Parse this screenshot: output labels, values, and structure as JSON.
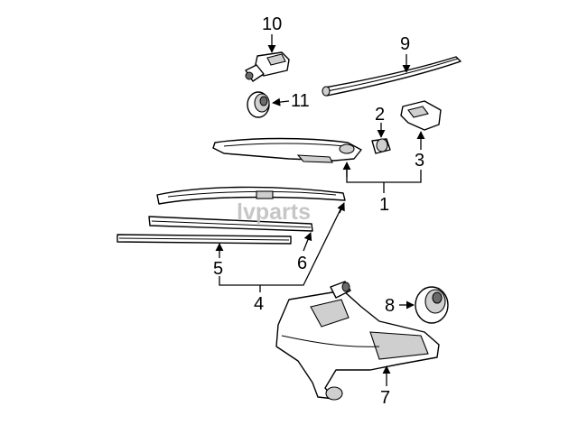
{
  "watermark": "lvparts",
  "callouts": {
    "c1": "1",
    "c2": "2",
    "c3": "3",
    "c4": "4",
    "c5": "5",
    "c6": "6",
    "c7": "7",
    "c8": "8",
    "c9": "9",
    "c10": "10",
    "c11": "11"
  },
  "colors": {
    "line": "#000000",
    "shade": "#cfcfcf",
    "watermark": "#bdbdbd",
    "background": "#ffffff"
  }
}
